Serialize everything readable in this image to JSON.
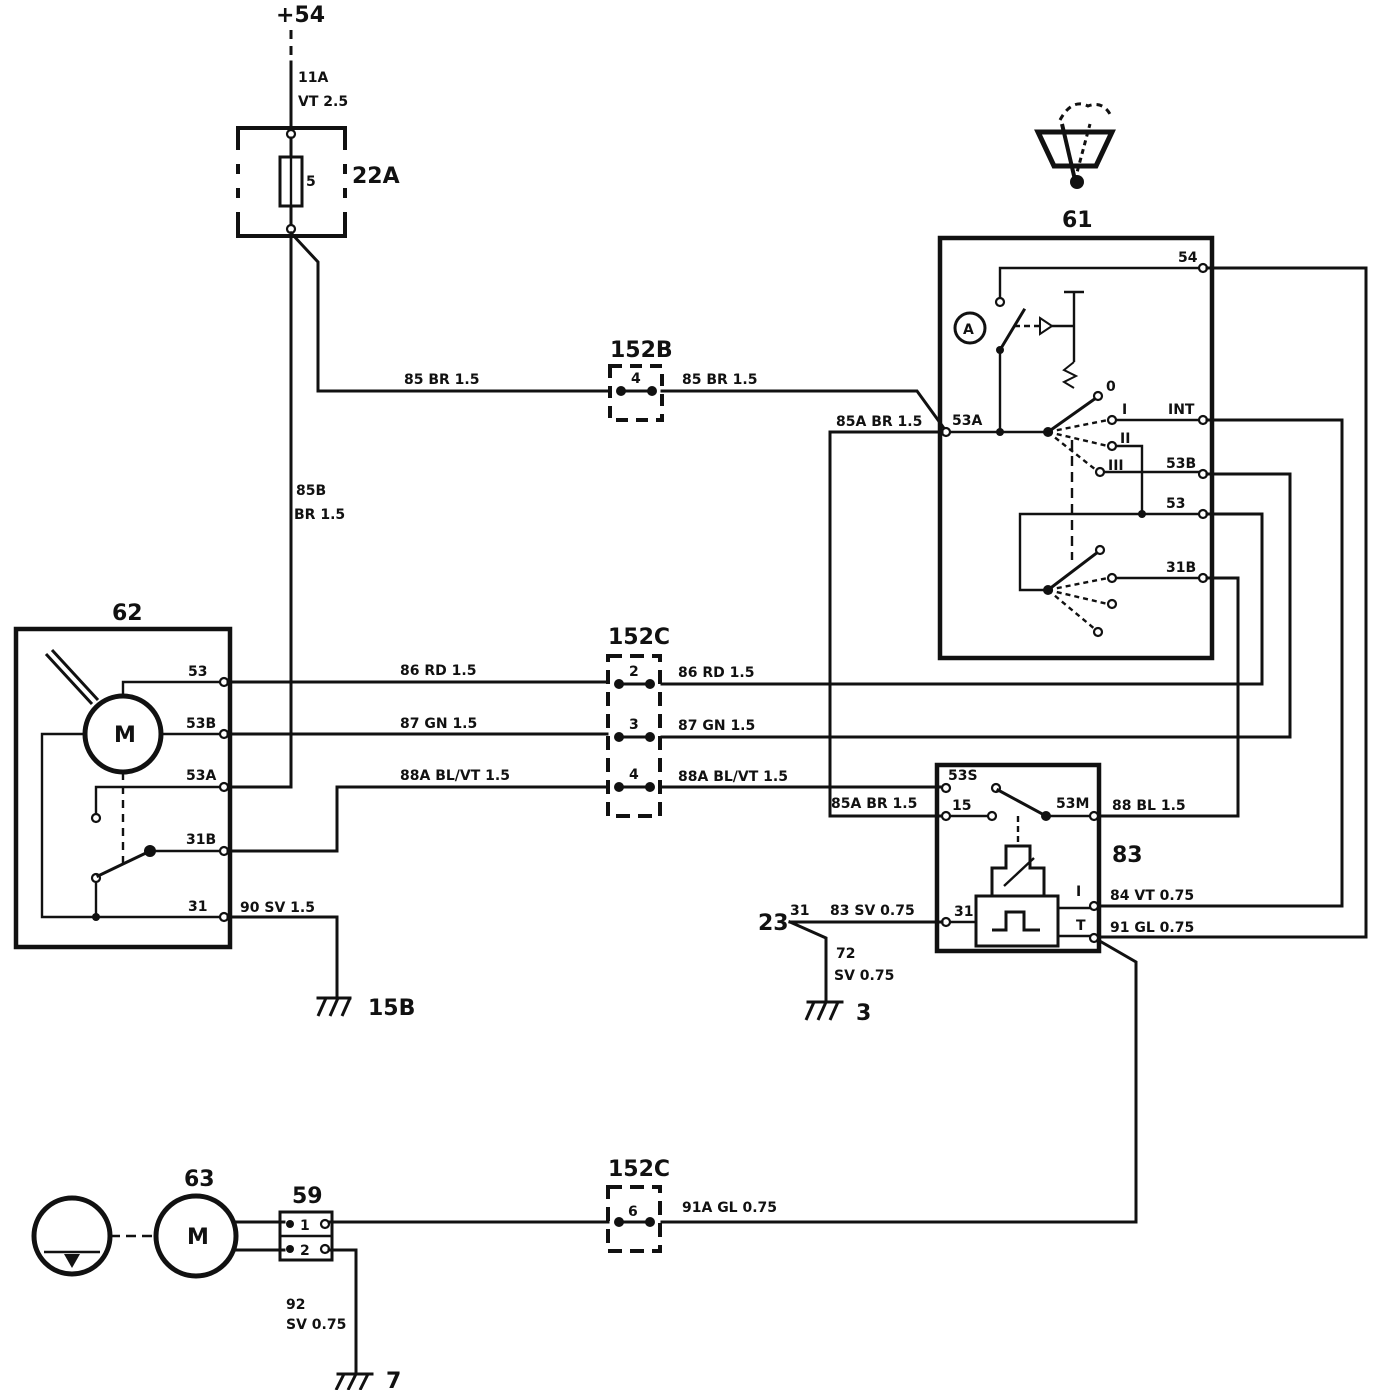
{
  "supply": {
    "label": "+54"
  },
  "fuse_box": {
    "id": "22A",
    "fuse_no": "5"
  },
  "wires": {
    "w11a_num": "11A",
    "w11a_spec": "VT 2.5",
    "w85_left": "85 BR 1.5",
    "w85_right": "85 BR 1.5",
    "w85b_num": "85B",
    "w85b_spec": "BR 1.5",
    "w85a_top": "85A BR 1.5",
    "w85a_bottom": "85A BR 1.5",
    "w86_left": "86 RD 1.5",
    "w86_right": "86 RD 1.5",
    "w87_left": "87 GN 1.5",
    "w87_right": "87 GN 1.5",
    "w88a_left": "88A BL/VT 1.5",
    "w88a_right": "88A BL/VT 1.5",
    "w88": "88 BL 1.5",
    "w90": "90 SV 1.5",
    "w83": "83 SV 0.75",
    "w72_num": "72",
    "w72_spec": "SV 0.75",
    "w84": "84 VT 0.75",
    "w91": "91 GL 0.75",
    "w91a": "91A GL 0.75",
    "w92_num": "92",
    "w92_spec": "SV 0.75"
  },
  "connectors": {
    "c152b": {
      "id": "152B",
      "pin": "4"
    },
    "c152c_top": {
      "id": "152C",
      "pins": [
        "2",
        "3",
        "4"
      ]
    },
    "c152c_bottom": {
      "id": "152C",
      "pin": "6"
    },
    "c59": {
      "id": "59",
      "pins": [
        "1",
        "2"
      ]
    }
  },
  "switch_61": {
    "id": "61",
    "marker": "A",
    "terminals": [
      "54",
      "53A",
      "INT",
      "53B",
      "53",
      "31B"
    ],
    "positions": [
      "0",
      "I",
      "II",
      "III"
    ]
  },
  "motor_62": {
    "id": "62",
    "symbol": "M",
    "terminals": [
      "53",
      "53B",
      "53A",
      "31B",
      "31"
    ]
  },
  "relay_83": {
    "id": "83",
    "terminals": [
      "53S",
      "15",
      "53M",
      "31",
      "I",
      "T"
    ]
  },
  "washer_63": {
    "id": "63",
    "symbol": "M"
  },
  "grounds": {
    "g15b": "15B",
    "g3": "3",
    "g7": "7",
    "ground_23": "23",
    "ground_23_term": "31"
  }
}
